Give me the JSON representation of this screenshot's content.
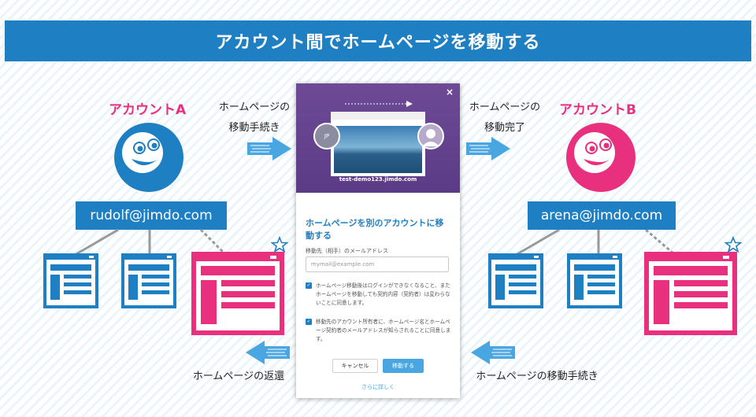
{
  "title": "アカウント間でホームページを移動する",
  "account_a": {
    "label": "アカウントA",
    "email": "rudolf@jimdo.com"
  },
  "account_b": {
    "label": "アカウントB",
    "email": "arena@jimdo.com"
  },
  "captions": {
    "transfer_line1": "ホームページの",
    "transfer_line2": "移動手続き",
    "complete_line1": "ホームページの",
    "complete_line2": "移動完了",
    "return": "ホームページの返還",
    "transfer_bottom": "ホームページの移動手続き"
  },
  "modal": {
    "close": "×",
    "avatar_initials": "JP",
    "site_url": "test-demo123.jimdo.com",
    "heading": "ホームページを別のアカウントに移動する",
    "email_label": "移動先（相手）のメールアドレス",
    "email_placeholder": "mymail@example.com",
    "check1": "ホームページ移動後はログインができなくなること、またホームページを移動しても契約内容（契約者）は変わらないことに同意します。",
    "check2": "移動先のアカウント所有者に、ホームページ名とホームページ契約者のメールアドレスが知らされることに同意します。",
    "cancel": "キャンセル",
    "move": "移動する",
    "more": "さらに詳しく"
  },
  "colors": {
    "blue": "#1f7fc3",
    "pink": "#e8307f",
    "purple": "#6e4a96",
    "light_blue": "#49a6e0"
  }
}
